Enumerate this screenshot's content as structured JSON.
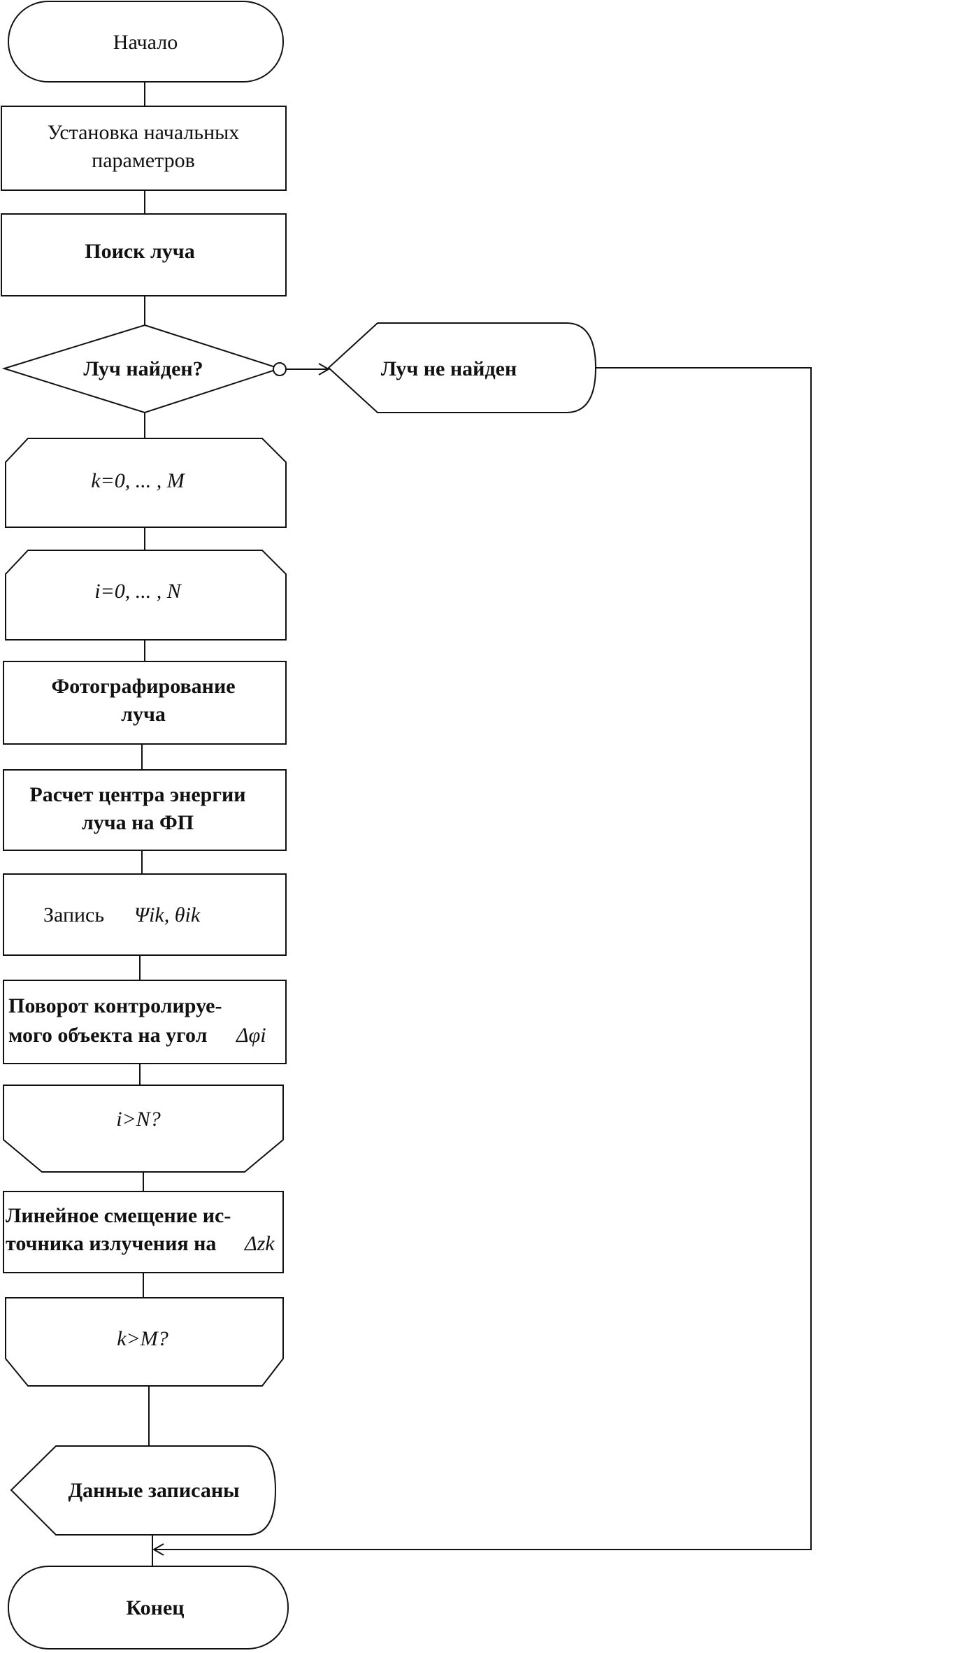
{
  "nodes": {
    "start": "Начало",
    "init_line1": "Установка начальных",
    "init_line2": "параметров",
    "search": "Поиск луча",
    "found_q": "Луч найден?",
    "not_found": "Луч не найден",
    "loop_k": "k=0, ... , M",
    "loop_i": "i=0, ... , N",
    "photo_line1": "Фотографирование",
    "photo_line2": "луча",
    "calc_line1": "Расчет центра энергии",
    "calc_line2": "луча на ФП",
    "record_label": "Запись",
    "record_vars": "Ψik, θik",
    "rotate_line1": "Поворот контролируе-",
    "rotate_line2": "мого объекта на угол",
    "rotate_var": "Δφi",
    "end_i": "i>N?",
    "shift_line1": "Линейное смещение ис-",
    "shift_line2": "точника излучения на",
    "shift_var": "Δzk",
    "end_k": "k>M?",
    "saved": "Данные записаны",
    "end": "Конец"
  }
}
